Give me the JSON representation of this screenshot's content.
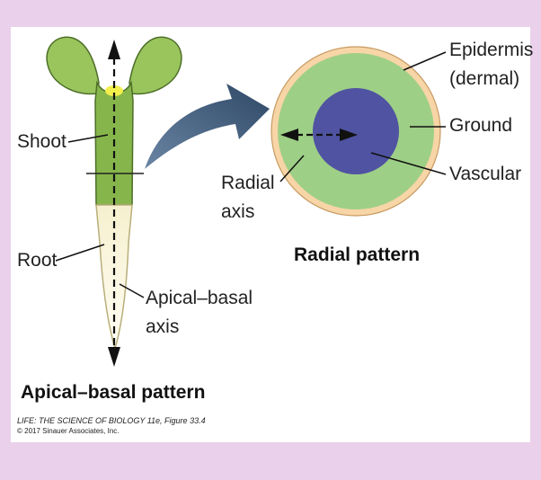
{
  "labels": {
    "shoot": "Shoot",
    "root": "Root",
    "apical_basal_axis_line1": "Apical–basal",
    "apical_basal_axis_line2": "axis",
    "radial_axis_line1": "Radial",
    "radial_axis_line2": "axis",
    "epidermis_line1": "Epidermis",
    "epidermis_line2": "(dermal)",
    "ground": "Ground",
    "vascular": "Vascular"
  },
  "titles": {
    "apical_basal": "Apical–basal pattern",
    "radial": "Radial pattern"
  },
  "credit": {
    "line1": "LIFE: THE SCIENCE OF BIOLOGY 11e, Figure 33.4",
    "line2": "© 2017 Sinauer Associates, Inc."
  },
  "colors": {
    "background": "#ead0ea",
    "panel": "#ffffff",
    "shoot_green": "#86b64b",
    "leaf_green": "#9ac55d",
    "root_cream": "#fbf6df",
    "meristem_yellow": "#f2ee4a",
    "epidermis_tan": "#f7d5a6",
    "ground_green": "#9ecf86",
    "vascular_blue": "#4f53a1",
    "arrow_blue": "#35506e"
  }
}
